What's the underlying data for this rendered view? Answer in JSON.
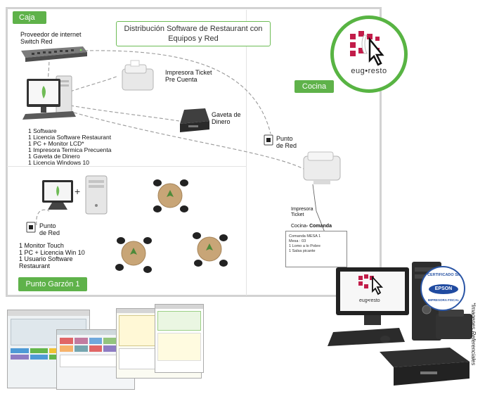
{
  "diagram": {
    "title": "Distribución Software de Restaurant con Equipos y Red",
    "zones": {
      "caja": "Caja",
      "cocina": "Cocina",
      "garzon": "Punto Garzón 1"
    },
    "caja": {
      "router_label": "Proveedor de internet\nSwitch Red",
      "printer_label": "Impresora Ticket\nPre Cuenta",
      "drawer_label": "Gaveta de\nDinero",
      "network_point": "Punto\nde Red",
      "specs": "1 Software\n1 Licencia Software Restaurant\n1 PC + Monitor LCD*\n1 Impresora Termica Precuenta\n1 Gaveta de Dinero\n1 Licencia Windows 10"
    },
    "garzon": {
      "plus": "+",
      "network_point": "Punto\nde Red",
      "specs": "1 Monitor Touch\n1 PC + Licencia Win 10\n1 Usuario Software\n   Restaurant"
    },
    "cocina": {
      "printer_label_1": "Impresora\nTicket",
      "printer_label_2": "Cocina",
      "printer_label_bold": "- Comanda",
      "ticket_lines": [
        "Comanda MESA 1",
        "Mesa : 03",
        "1 Lomo a lo Pobre",
        "1 Salsa picante"
      ]
    },
    "logo": {
      "text": "eug•resto"
    },
    "seal": {
      "top": "CERTIFICADO SII",
      "brand": "EPSON",
      "bottom": "IMPRESORA FISCAL"
    },
    "footnote": "*Imagenes Referenciales",
    "colors": {
      "accent": "#5fb24a",
      "frame": "#d2d2d2",
      "wire": "#999999",
      "logo_red": "#c21d4a"
    }
  }
}
